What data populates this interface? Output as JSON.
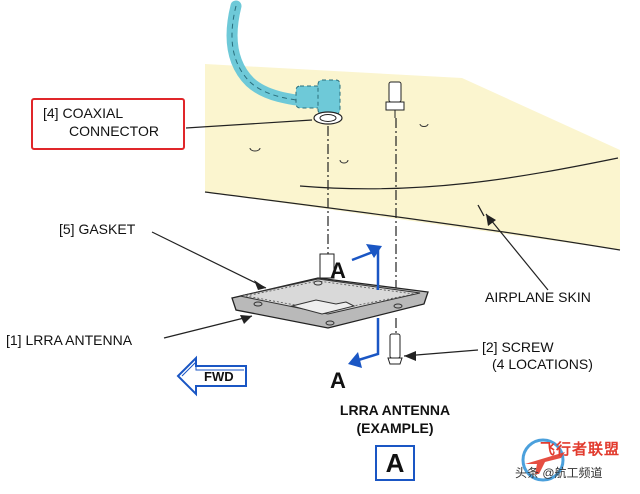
{
  "labels": {
    "coaxial_connector": [
      "[4] COAXIAL",
      "CONNECTOR"
    ],
    "gasket": "[5] GASKET",
    "antenna": "[1] LRRA ANTENNA",
    "airplane_skin": "AIRPLANE SKIN",
    "screw": [
      "[2] SCREW",
      "(4 LOCATIONS)"
    ],
    "fwd": "FWD",
    "view_a_top": "A",
    "view_a_bottom": "A",
    "caption": [
      "LRRA ANTENNA",
      "(EXAMPLE)"
    ],
    "detail": "A"
  },
  "watermark": {
    "brand": "飞行者联盟",
    "sub": "头条 @航工频道"
  },
  "colors": {
    "skin_fill": "#fbf5cf",
    "callout_border": "#e0262a",
    "view_arrow": "#1a56c4",
    "cable": "#6ec9d8",
    "antenna_fill": "#b9b9b9"
  },
  "icons": {
    "fwd_arrow": "fwd-arrow-icon",
    "watermark_plane": "plane-logo-icon"
  }
}
